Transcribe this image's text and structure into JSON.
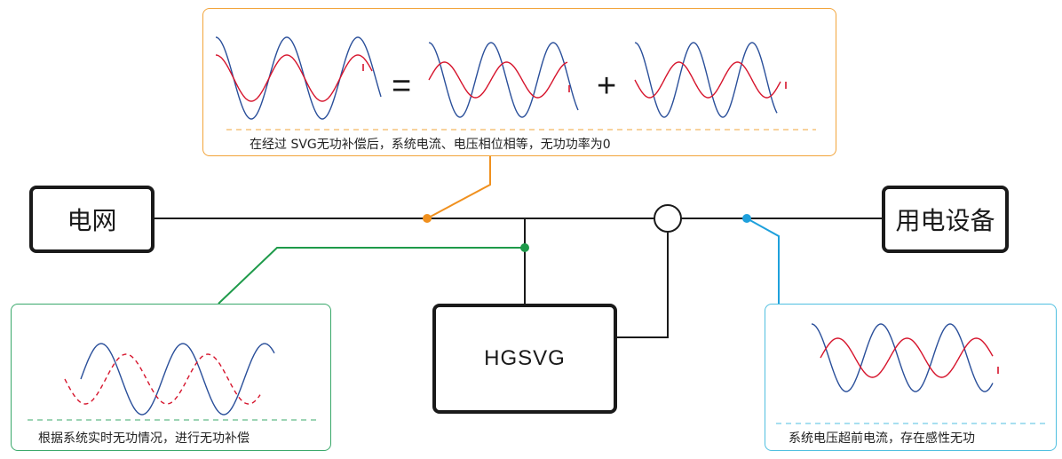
{
  "nodes": {
    "grid": "电网",
    "equipment": "用电设备",
    "device": "HGSVG"
  },
  "operators": {
    "equals": "=",
    "plus": "+"
  },
  "panels": {
    "top": {
      "caption": "在经过 SVG无功补偿后，系统电流、电压相位相等，无功功率为0"
    },
    "left": {
      "caption": "根据系统实时无功情况，进行无功补偿"
    },
    "right": {
      "caption": "系统电压超前电流，存在感性无功"
    }
  },
  "colors": {
    "line": "#1a1a1a",
    "orange": "#f0901e",
    "green": "#1e9a4a",
    "blue": "#1ea0dc",
    "voltage_wave": "#2a4f9a",
    "current_wave": "#d6142c",
    "top_border": "#f2a43a",
    "left_border": "#39a86a",
    "right_border": "#4fbfe0"
  }
}
